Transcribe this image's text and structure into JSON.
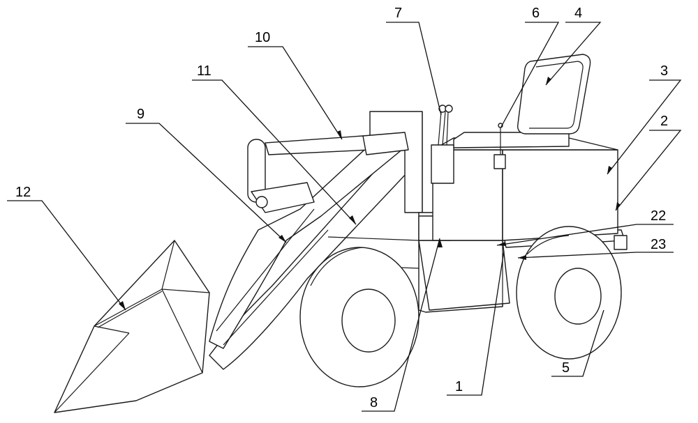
{
  "figure": {
    "callouts": [
      {
        "id": "c12",
        "label": "12"
      },
      {
        "id": "c9",
        "label": "9"
      },
      {
        "id": "c11",
        "label": "11"
      },
      {
        "id": "c10",
        "label": "10"
      },
      {
        "id": "c7",
        "label": "7"
      },
      {
        "id": "c6",
        "label": "6"
      },
      {
        "id": "c4",
        "label": "4"
      },
      {
        "id": "c3",
        "label": "3"
      },
      {
        "id": "c2",
        "label": "2"
      },
      {
        "id": "c22",
        "label": "22"
      },
      {
        "id": "c23",
        "label": "23"
      },
      {
        "id": "c5",
        "label": "5"
      },
      {
        "id": "c1",
        "label": "1"
      },
      {
        "id": "c8",
        "label": "8"
      }
    ]
  }
}
